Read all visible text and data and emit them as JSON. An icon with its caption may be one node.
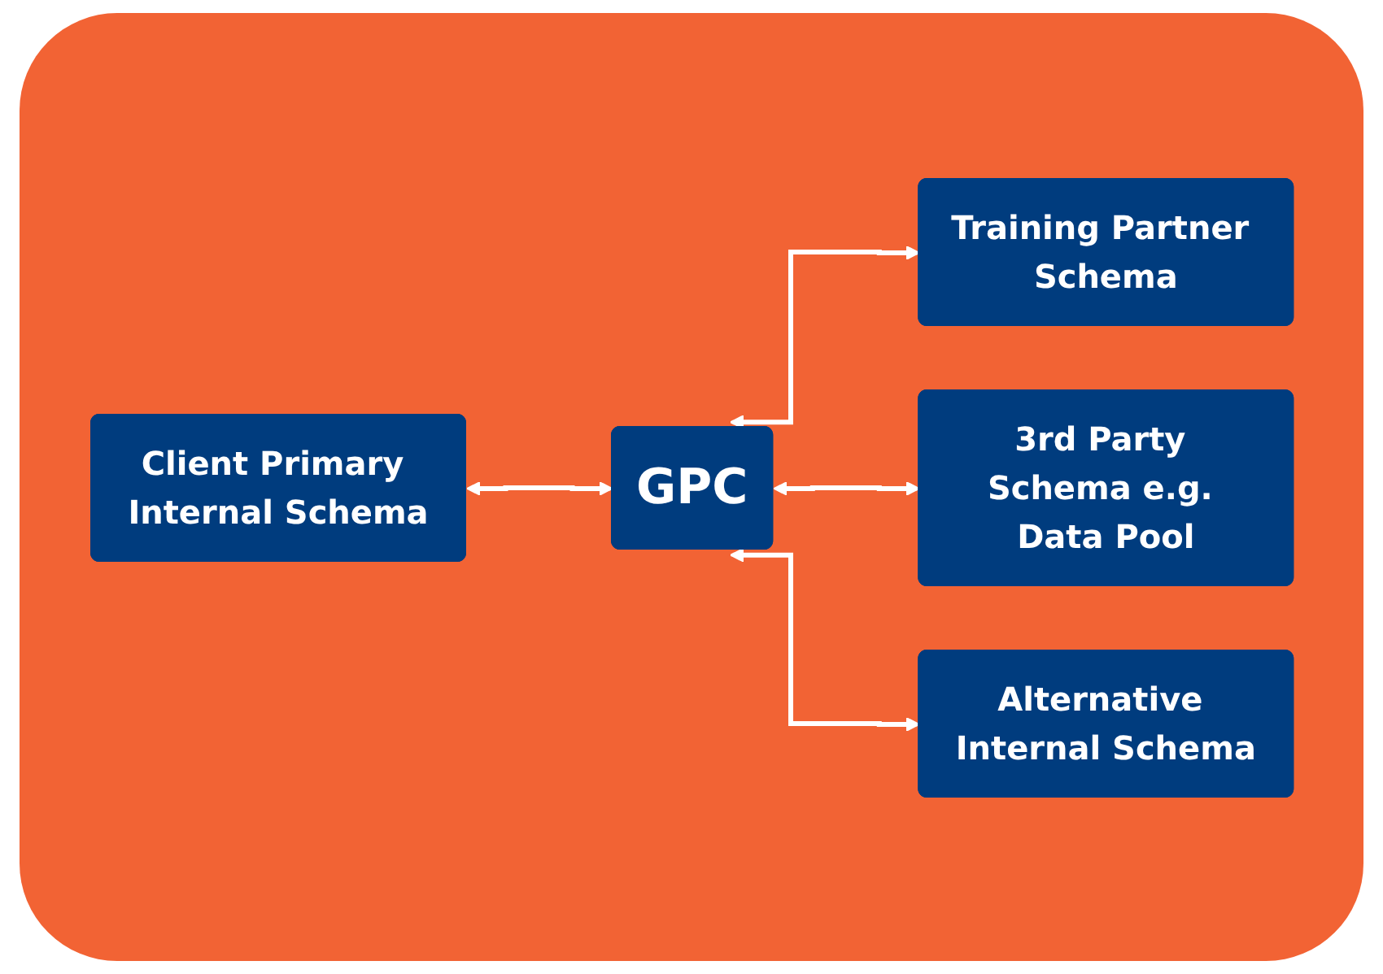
{
  "diagram": {
    "nodes": [
      {
        "text": [
          "Client Primary Internal Schema"
        ]
      },
      {
        "text": [
          "GPC"
        ]
      },
      {
        "text": [
          "Training Partner Schema"
        ]
      },
      {
        "text": [
          "3rd Party Schema e.g. Data Pool"
        ]
      },
      {
        "text": [
          "Alternative Internal Schema"
        ]
      }
    ],
    "edges": [
      {
        "from": 0,
        "to": 1,
        "arrow": "both"
      },
      {
        "from": 1,
        "to": 2,
        "arrow": "both"
      },
      {
        "from": 1,
        "to": 3,
        "arrow": "both"
      },
      {
        "from": 1,
        "to": 4,
        "arrow": "both"
      }
    ]
  }
}
